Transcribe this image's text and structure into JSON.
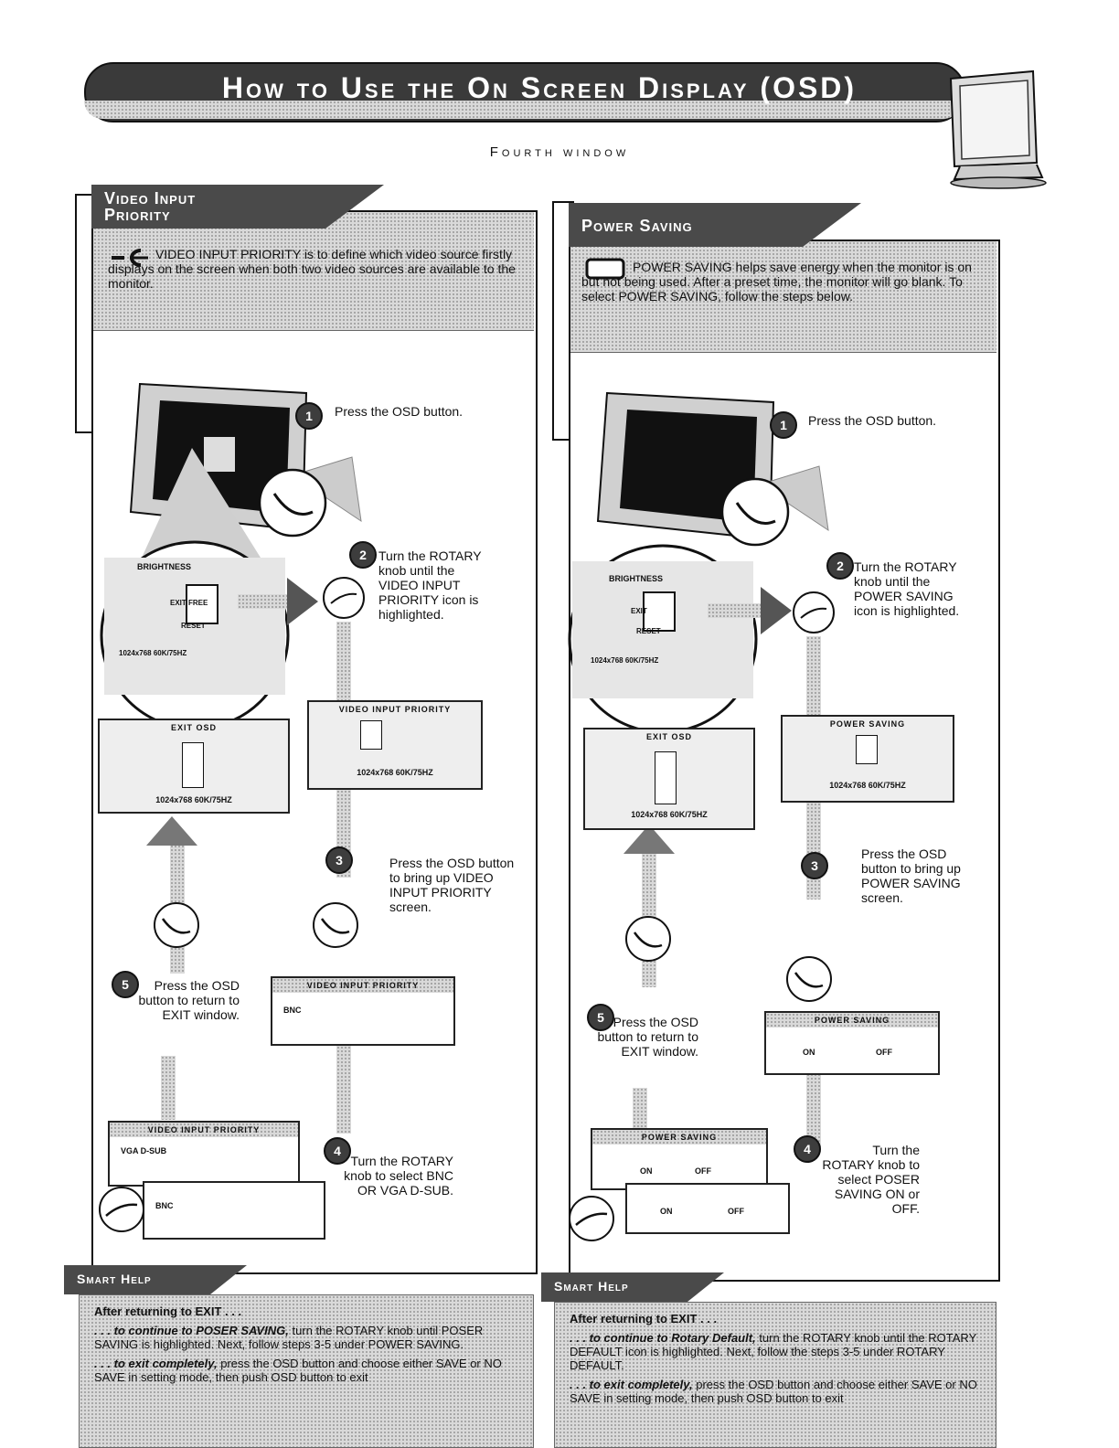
{
  "header": {
    "title": "How to Use the On Screen Display (OSD)",
    "subtitle": "Fourth window"
  },
  "left": {
    "tab": "Video Input Priority",
    "intro": "VIDEO INPUT PRIORITY is to define which video source firstly displays on the screen when both two video sources are available to the monitor.",
    "step1": "Press the OSD button.",
    "step2": "Turn the ROTARY knob until the VIDEO INPUT PRIORITY icon is highlighted.",
    "step3": "Press the OSD button to bring up VIDEO INPUT PRIORITY screen.",
    "step4": "Turn the ROTARY knob to select BNC OR VGA D-SUB.",
    "step5": "Press the OSD button to return to EXIT window.",
    "osd_magnified": {
      "title": "BRIGHTNESS",
      "row1": "EXIT FREE",
      "row2": "RESET",
      "row3": "1024x768   60K/75HZ"
    },
    "osd_exit": {
      "title": "EXIT OSD",
      "footer": "1024x768   60K/75HZ"
    },
    "osd_menu": {
      "title": "VIDEO INPUT PRIORITY",
      "footer": "1024x768   60K/75HZ"
    },
    "osd_submenu": {
      "title": "VIDEO INPUT PRIORITY",
      "label": "BNC"
    },
    "osd_select_a": {
      "title": "VIDEO INPUT PRIORITY",
      "label": "VGA D-SUB"
    },
    "osd_select_b": {
      "label": "BNC"
    },
    "smart_tab": "Smart Help",
    "smart_lead": "After returning to EXIT . . .",
    "smart_p1_em": ". . . to continue to POSER SAVING,",
    "smart_p1": "turn the ROTARY knob until POSER SAVING is highlighted. Next, follow steps 3-5 under POWER SAVING.",
    "smart_p2_em": ". . . to exit completely,",
    "smart_p2": "press the OSD button and choose either SAVE or NO SAVE in setting mode, then push OSD button to exit"
  },
  "right": {
    "tab": "Power Saving",
    "intro": "POWER SAVING helps save energy when the monitor is on but not being used. After a preset time, the monitor will go blank. To select POWER SAVING, follow the steps below.",
    "step1": "Press the OSD button.",
    "step2": "Turn the ROTARY knob until the POWER SAVING icon is highlighted.",
    "step3": "Press the OSD button to bring up POWER SAVING screen.",
    "step4": "Turn the ROTARY knob to select POSER SAVING ON or OFF.",
    "step5": "Press the OSD button to return to EXIT window.",
    "osd_magnified": {
      "title": "BRIGHTNESS",
      "row1": "EXIT",
      "row2": "RESET",
      "row3": "1024x768   60K/75HZ"
    },
    "osd_exit": {
      "title": "EXIT OSD",
      "footer": "1024x768   60K/75HZ"
    },
    "osd_menu": {
      "title": "POWER SAVING",
      "footer": "1024x768   60K/75HZ"
    },
    "osd_submenu": {
      "title": "POWER SAVING",
      "on": "ON",
      "off": "OFF"
    },
    "osd_select_a": {
      "title": "POWER SAVING",
      "on": "ON",
      "off": "OFF"
    },
    "osd_select_b": {
      "on": "ON",
      "off": "OFF"
    },
    "smart_tab": "Smart Help",
    "smart_lead": "After returning to EXIT . . .",
    "smart_p1_em": ". . . to continue to Rotary Default,",
    "smart_p1": "turn the ROTARY knob until the ROTARY DEFAULT icon is highlighted. Next, follow the steps 3-5 under ROTARY DEFAULT.",
    "smart_p2_em": ". . . to exit completely,",
    "smart_p2": "press the OSD button and choose either SAVE or NO SAVE in setting mode, then push OSD button to exit"
  }
}
